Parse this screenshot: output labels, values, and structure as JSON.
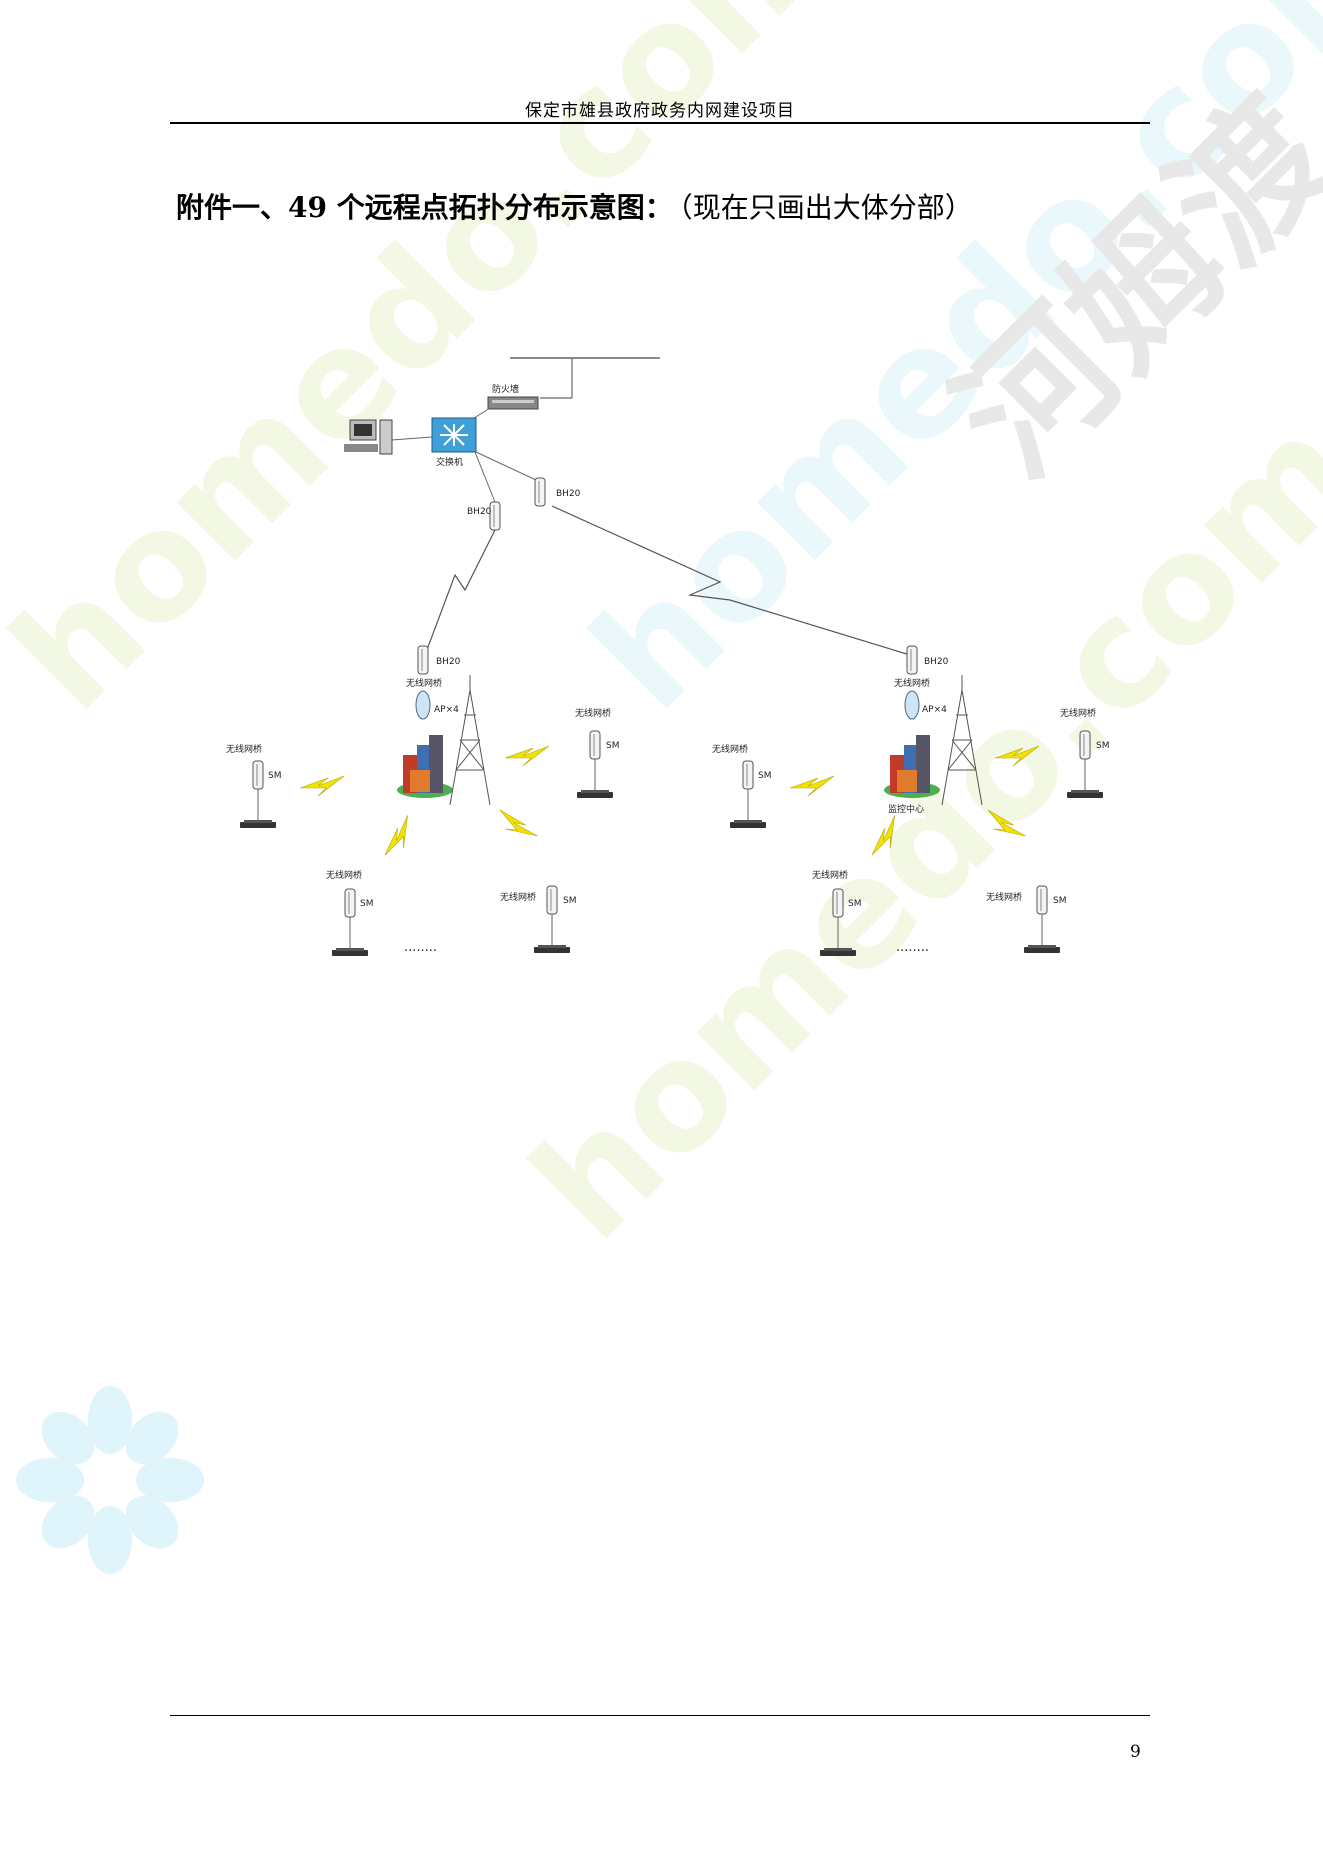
{
  "header": {
    "title": "保定市雄县政府政务内网建设项目"
  },
  "heading": {
    "bold": "附件一、49 个远程点拓扑分布示意图：",
    "note": "（现在只画出大体分部）"
  },
  "diagram": {
    "firewall_label": "防火墙",
    "switch_label": "交换机",
    "bh_label": "BH20",
    "bridge_label": "无线网桥",
    "ap_label": "AP×4",
    "sm_label": "SM",
    "center_label": "监控中心",
    "ellipsis": "········"
  },
  "watermark": {
    "text": "homedo.com",
    "brand": "河姆渡"
  },
  "footer": {
    "page_number": "9"
  },
  "colors": {
    "watermark_cyan": "#dff4fb",
    "watermark_green": "#f2f8e4",
    "watermark_gray": "#e8e8e8",
    "bolt": "#f2e200"
  }
}
